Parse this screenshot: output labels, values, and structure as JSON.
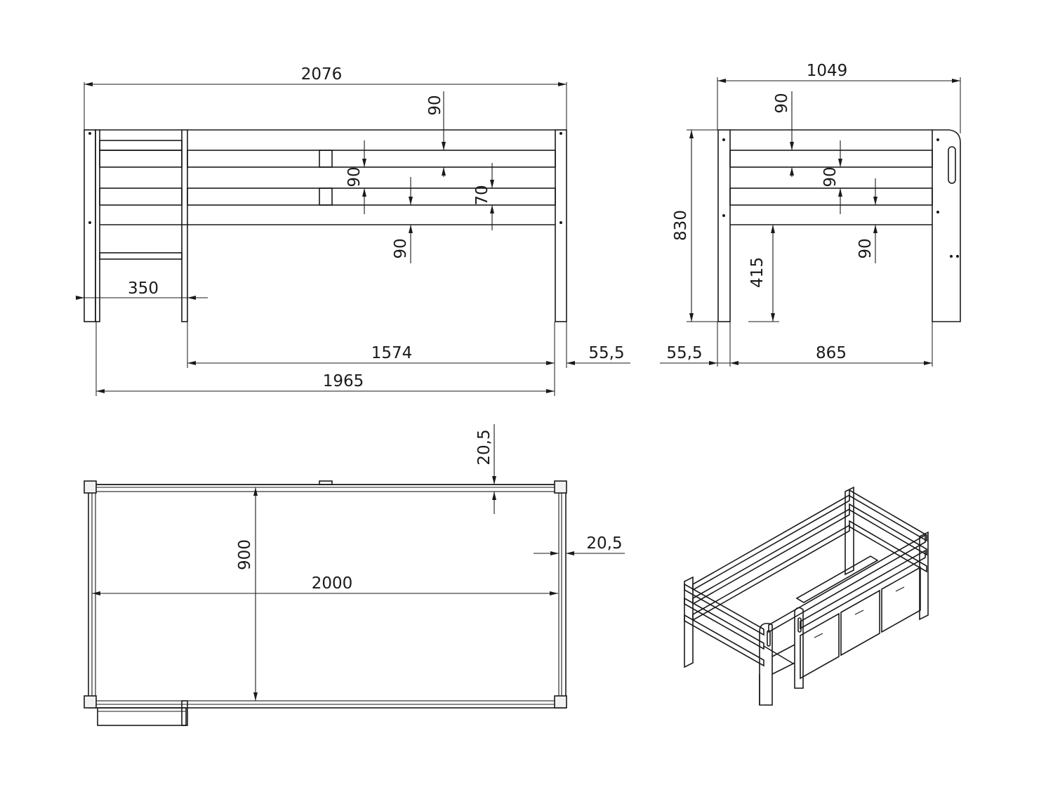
{
  "front_view": {
    "overall_length": "2076",
    "rail_spacing_top": "90",
    "rail_spacing_mid": "90",
    "rail_height": "70",
    "rail_spacing_low": "90",
    "ladder_width": "350",
    "inner_length": "1574",
    "post_width_right": "55,5",
    "frame_length": "1965"
  },
  "side_view": {
    "overall_width": "1049",
    "rail_spacing_top": "90",
    "rail_spacing_mid": "90",
    "rail_spacing_low": "90",
    "overall_height": "830",
    "clearance_height": "415",
    "post_width_left": "55,5",
    "inner_width": "865"
  },
  "top_view": {
    "rail_thickness_side": "20,5",
    "mattress_width": "900",
    "mattress_length": "2000",
    "rail_thickness_end": "20,5"
  },
  "iso_view": {}
}
